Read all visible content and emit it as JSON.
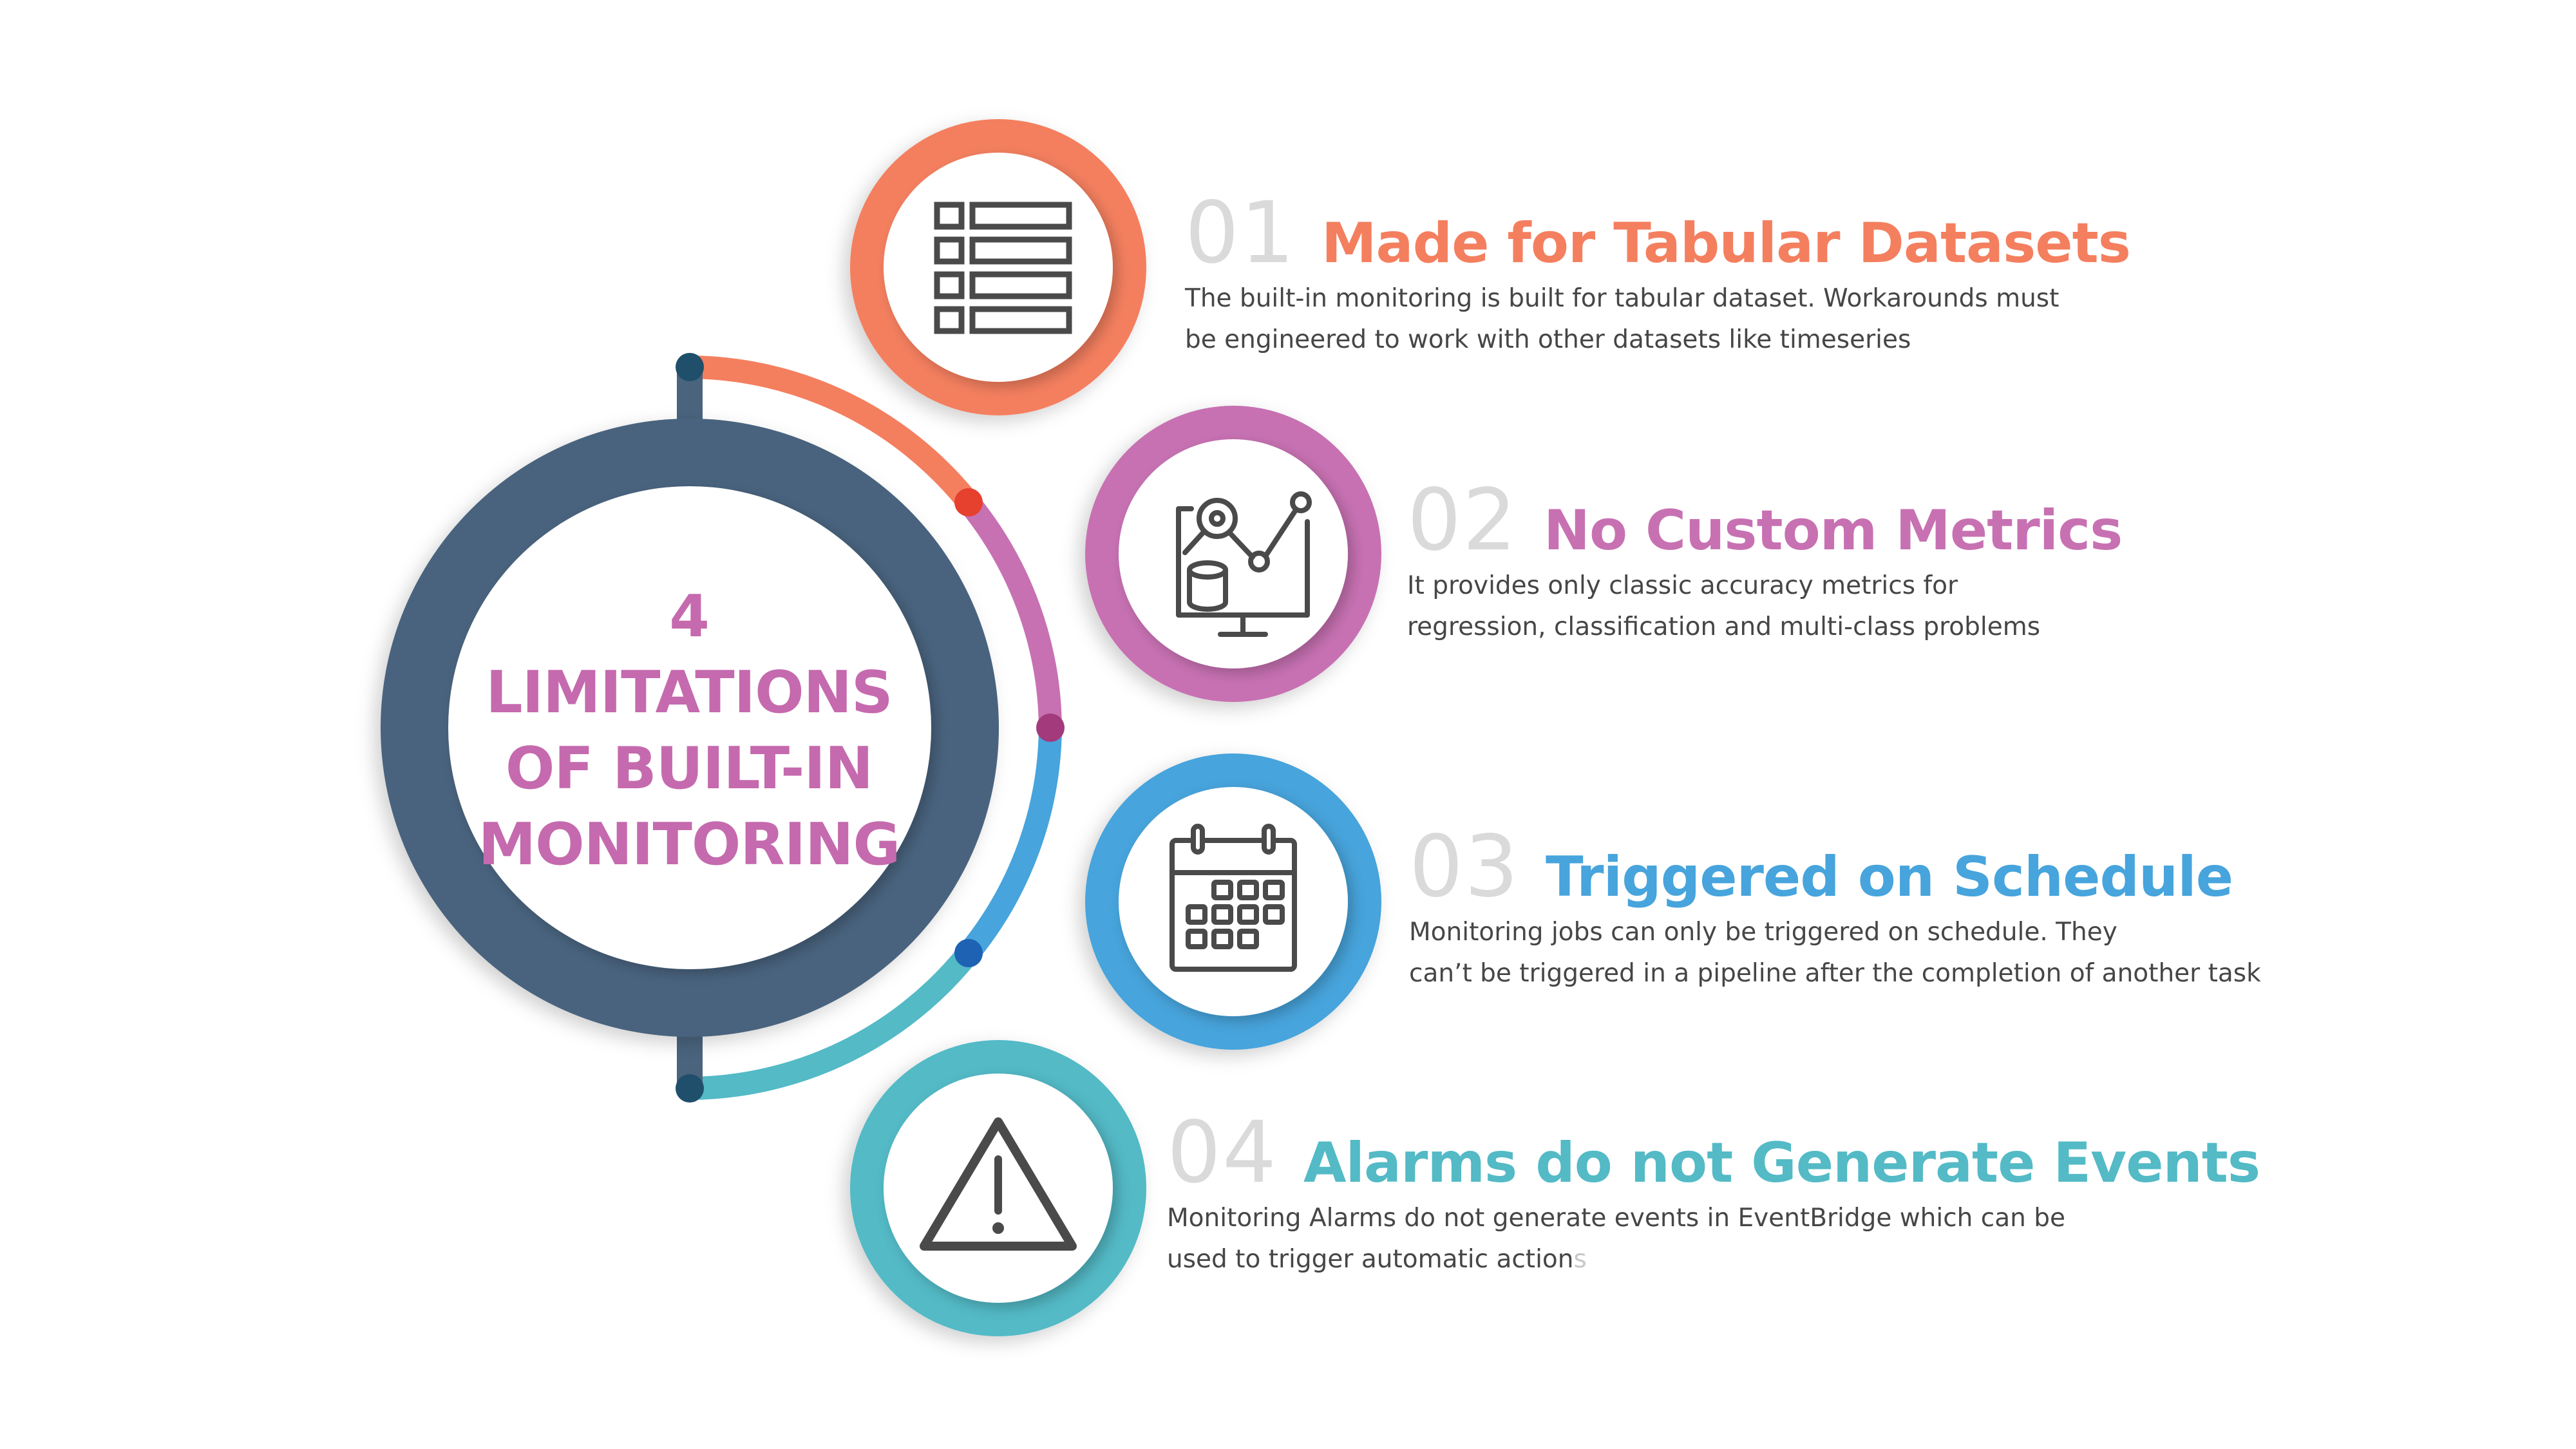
{
  "colors": {
    "hub": "#4a647e",
    "orange": "#f47f5f",
    "purple": "#c771b2",
    "blue": "#47a4dc",
    "teal": "#53bac6",
    "number_gray": "#dadada",
    "text": "#464646",
    "icon": "#4a4a4a"
  },
  "center": {
    "number": "4",
    "lines": [
      "LIMITATIONS",
      "OF BUILT-IN",
      "MONITORING"
    ]
  },
  "items": [
    {
      "number": "01",
      "title": "Made for Tabular Datasets",
      "desc": [
        "The built-in monitoring is built for tabular dataset. Workarounds must",
        "be engineered to work with other datasets like timeseries"
      ],
      "icon": "table-icon",
      "color": "#f47f5f"
    },
    {
      "number": "02",
      "title": "No Custom Metrics",
      "desc": [
        "It provides only classic accuracy metrics for",
        "regression, classification and multi-class problems"
      ],
      "icon": "analytics-icon",
      "color": "#c771b2"
    },
    {
      "number": "03",
      "title": "Triggered on Schedule",
      "desc": [
        "Monitoring jobs can only be triggered on schedule. They",
        "can’t be triggered in a pipeline after the completion of another task"
      ],
      "icon": "calendar-icon",
      "color": "#47a4dc"
    },
    {
      "number": "04",
      "title": "Alarms do not Generate Events",
      "desc": [
        "Monitoring Alarms do not generate events in EventBridge which can be",
        "used to trigger automatic action"
      ],
      "desc_faded_tail": "s",
      "icon": "warning-icon",
      "color": "#53bac6"
    }
  ]
}
